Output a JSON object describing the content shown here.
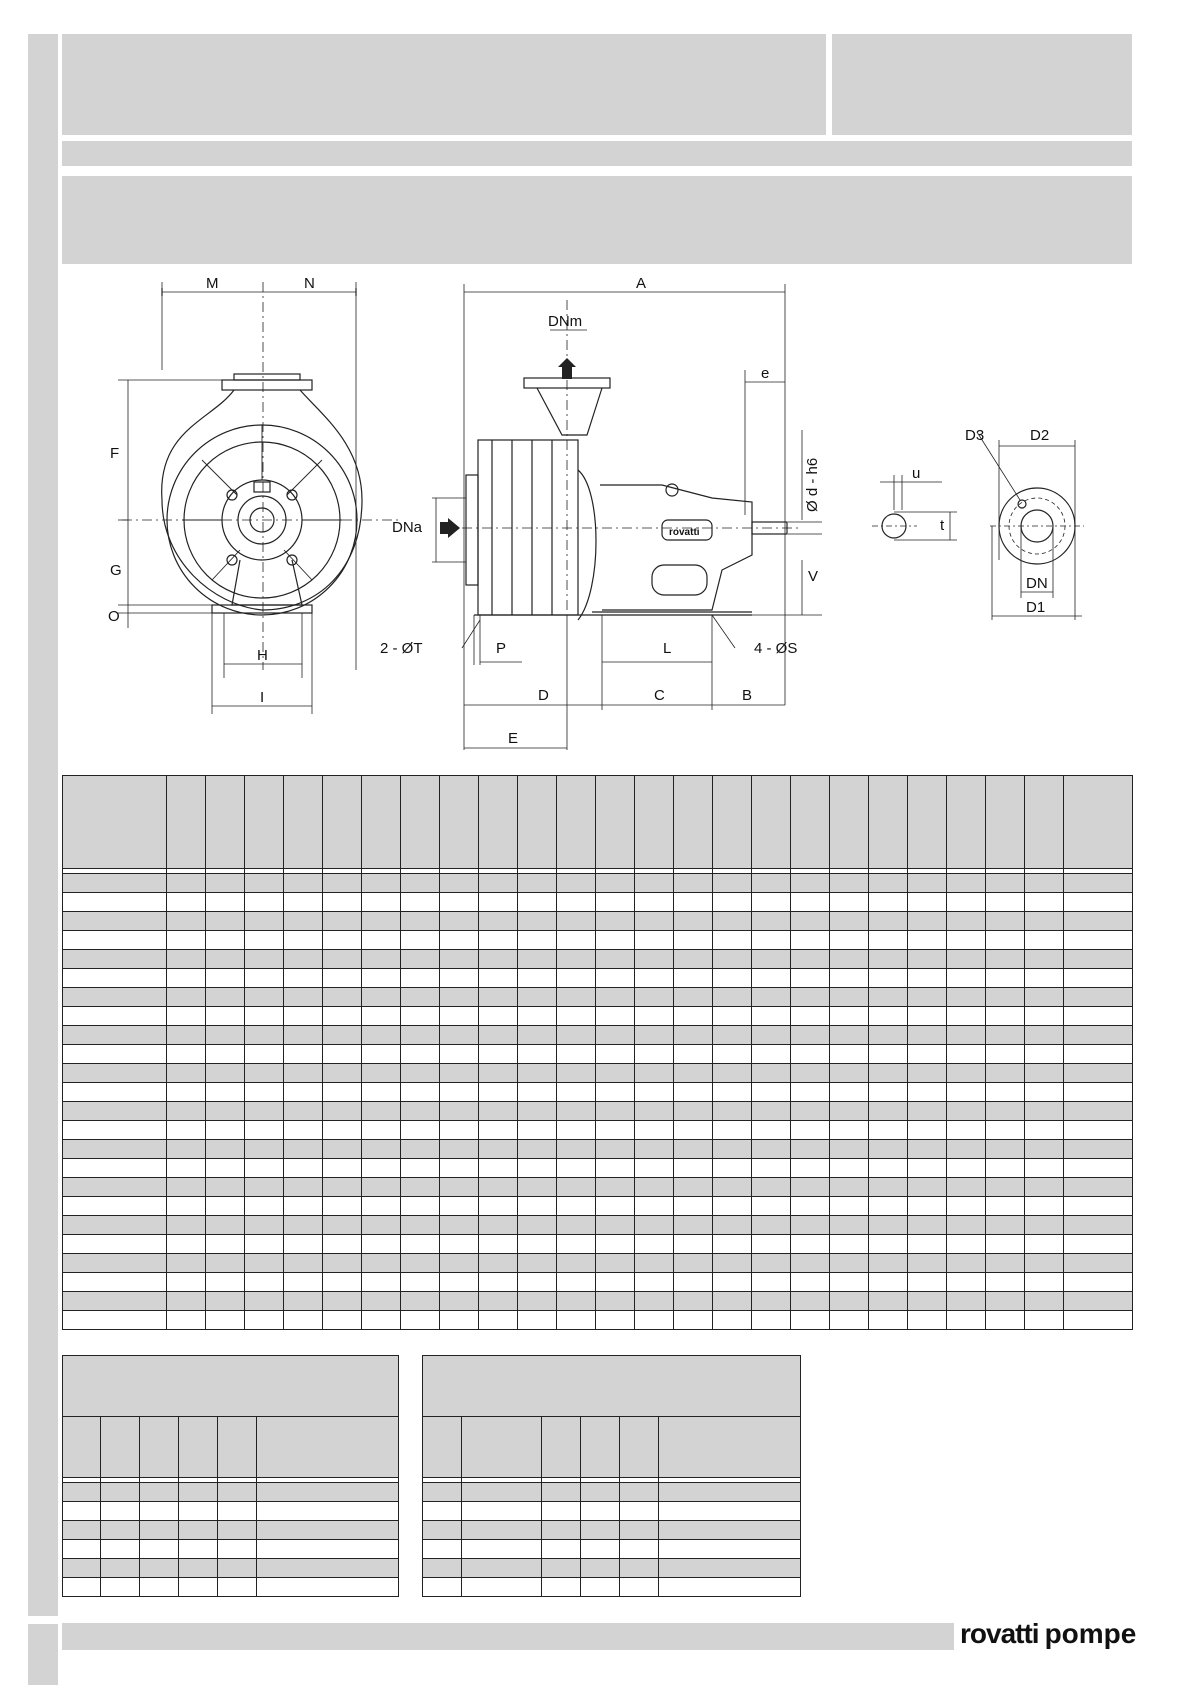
{
  "header": {
    "title": "",
    "code": "",
    "subtitle": "",
    "section_title": ""
  },
  "drawing": {
    "labels": {
      "M": "M",
      "N": "N",
      "F": "F",
      "G": "G",
      "O": "O",
      "H": "H",
      "I": "I",
      "A": "A",
      "DNm": "DNm",
      "DNa": "DNa",
      "e": "e",
      "d_h6": "Ø d - h6",
      "V": "V",
      "two_T": "2 - ØT",
      "P": "P",
      "L": "L",
      "four_S": "4 - ØS",
      "D": "D",
      "C": "C",
      "B": "B",
      "E": "E",
      "u": "u",
      "t": "t",
      "D3": "D3",
      "D2": "D2",
      "DN": "DN",
      "D1": "D1",
      "nameplate": "rovatti"
    }
  },
  "brand": {
    "name": "rovatti",
    "suffix": "pompe"
  },
  "colors": {
    "panel_grey": "#d3d3d4",
    "line": "#222222"
  }
}
